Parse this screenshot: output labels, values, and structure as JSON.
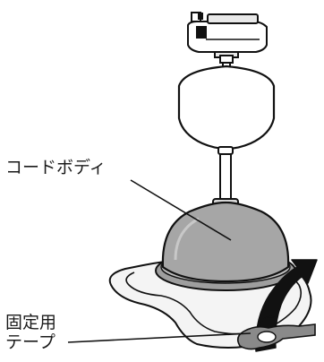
{
  "labels": {
    "cord_body": "コードボディ",
    "fixing_tape_line1": "固定用",
    "fixing_tape_line2": "テープ"
  }
}
